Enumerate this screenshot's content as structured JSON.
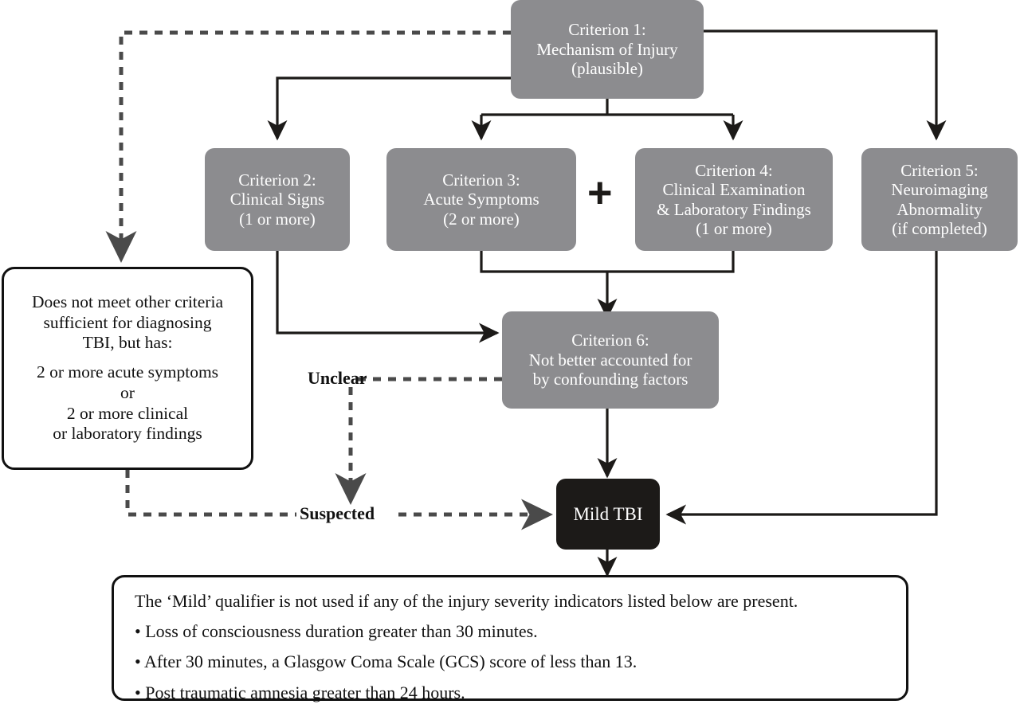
{
  "diagram": {
    "title": "Mild TBI diagnostic criteria flowchart",
    "colors": {
      "criterion_box": "#8c8c8f",
      "outcome_box": "#1c1a18",
      "white_box_border": "#111111",
      "connector": "#1c1a18",
      "background": "#ffffff"
    }
  },
  "nodes": {
    "criterion1": {
      "line1": "Criterion 1:",
      "line2": "Mechanism of Injury",
      "line3": "(plausible)"
    },
    "criterion2": {
      "line1": "Criterion 2:",
      "line2": "Clinical Signs",
      "line3": "(1 or more)"
    },
    "criterion3": {
      "line1": "Criterion 3:",
      "line2": "Acute Symptoms",
      "line3": "(2 or more)"
    },
    "criterion4": {
      "line1": "Criterion 4:",
      "line2": "Clinical Examination",
      "line3": "& Laboratory Findings",
      "line4": "(1 or more)"
    },
    "criterion5": {
      "line1": "Criterion 5:",
      "line2": "Neuroimaging",
      "line3": "Abnormality",
      "line4": "(if completed)"
    },
    "criterion6": {
      "line1": "Criterion 6:",
      "line2": "Not better accounted for",
      "line3": "by confounding factors"
    },
    "insufficient": {
      "line1": "Does not meet other criteria",
      "line2": "sufficient for diagnosing",
      "line3": "TBI, but has:",
      "line4": "2 or more acute symptoms",
      "line5": "or",
      "line6": "2 or more clinical",
      "line7": "or laboratory findings"
    },
    "outcome": {
      "label": "Mild TBI"
    },
    "conjunction": {
      "symbol": "+"
    }
  },
  "edge_labels": {
    "unclear": "Unclear",
    "suspected": "Suspected"
  },
  "severity_note": {
    "heading": "The ‘Mild’ qualifier is not used if any of the injury severity indicators listed below are present.",
    "bullets": [
      "• Loss of consciousness duration greater than 30 minutes.",
      "• After 30 minutes, a Glasgow Coma Scale (GCS) score of less than 13.",
      "• Post traumatic amnesia greater than 24 hours."
    ]
  }
}
